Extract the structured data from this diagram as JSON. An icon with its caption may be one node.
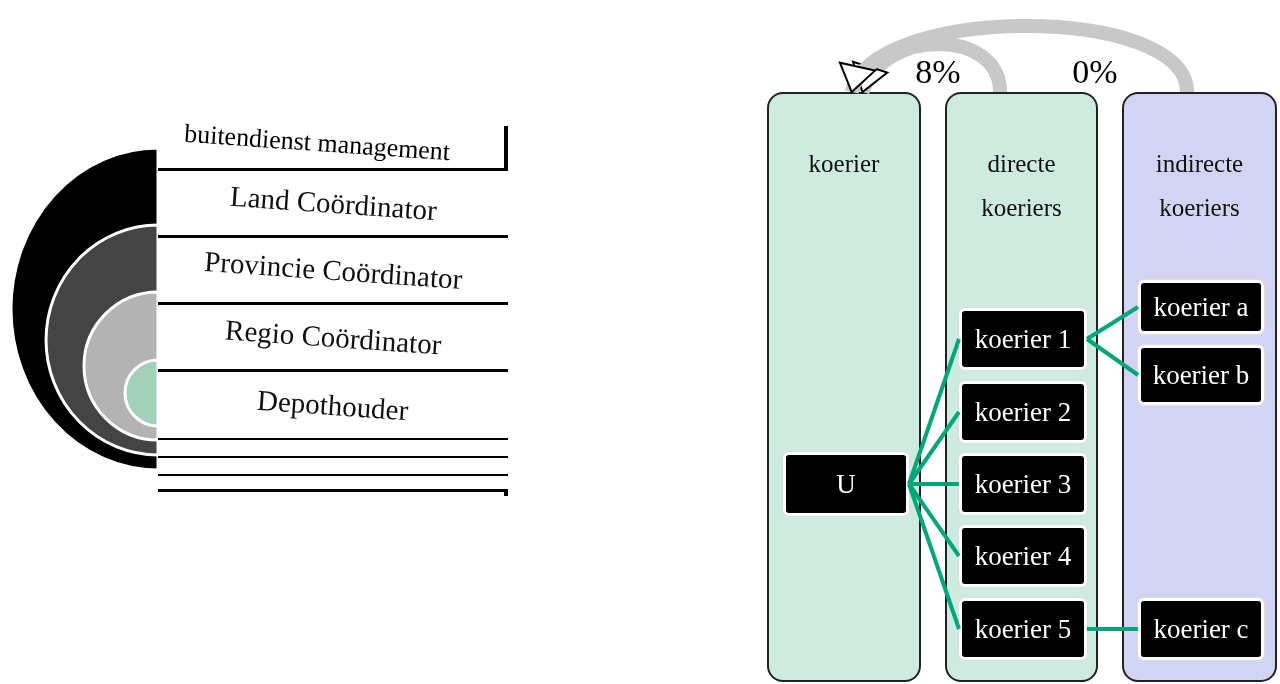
{
  "diagram": {
    "nodes": [
      {
        "text": [
          "buitendienst management"
        ]
      },
      {
        "text": [
          "Land Coördinator"
        ],
        "in": 0
      },
      {
        "text": [
          "Provincie Coördinator"
        ],
        "in": 0
      },
      {
        "text": [
          "Regio Coördinator"
        ],
        "in": 0
      },
      {
        "text": [
          "Depothouder"
        ],
        "in": 0
      },
      {
        "text": [],
        "shape": "bar",
        "in": 0
      },
      {
        "text": [],
        "shape": "bar",
        "in": 0
      },
      {
        "text": [],
        "shape": "bar",
        "in": 0
      },
      {
        "text": [
          "koerier"
        ]
      },
      {
        "text": [
          "directe koeriers"
        ]
      },
      {
        "text": [
          "indirecte koeriers"
        ]
      },
      {
        "text": [
          "U"
        ],
        "in": 8
      },
      {
        "text": [
          "koerier 1"
        ],
        "in": 9
      },
      {
        "text": [
          "koerier 2"
        ],
        "in": 9
      },
      {
        "text": [
          "koerier 3"
        ],
        "in": 9
      },
      {
        "text": [
          "koerier 4"
        ],
        "in": 9
      },
      {
        "text": [
          "koerier 5"
        ],
        "in": 9
      },
      {
        "text": [
          "koerier a"
        ],
        "in": 10
      },
      {
        "text": [
          "koerier b"
        ],
        "in": 10
      },
      {
        "text": [
          "koerier c"
        ],
        "in": 10
      }
    ],
    "edges": [
      {
        "from": 9,
        "to": 8,
        "arrow": "to",
        "label": "8%",
        "style": "thick",
        "color": "#c8c8c8"
      },
      {
        "from": 10,
        "to": 8,
        "arrow": "to",
        "label": "0%",
        "style": "thick",
        "color": "#c8c8c8"
      },
      {
        "from": 11,
        "to": 12,
        "arrow": "none"
      },
      {
        "from": 11,
        "to": 13,
        "arrow": "none"
      },
      {
        "from": 11,
        "to": 14,
        "arrow": "none"
      },
      {
        "from": 11,
        "to": 15,
        "arrow": "none"
      },
      {
        "from": 11,
        "to": 16,
        "arrow": "none"
      },
      {
        "from": 12,
        "to": 17,
        "arrow": "none"
      },
      {
        "from": 12,
        "to": 18,
        "arrow": "none"
      },
      {
        "from": 16,
        "to": 19,
        "arrow": "none"
      }
    ]
  }
}
